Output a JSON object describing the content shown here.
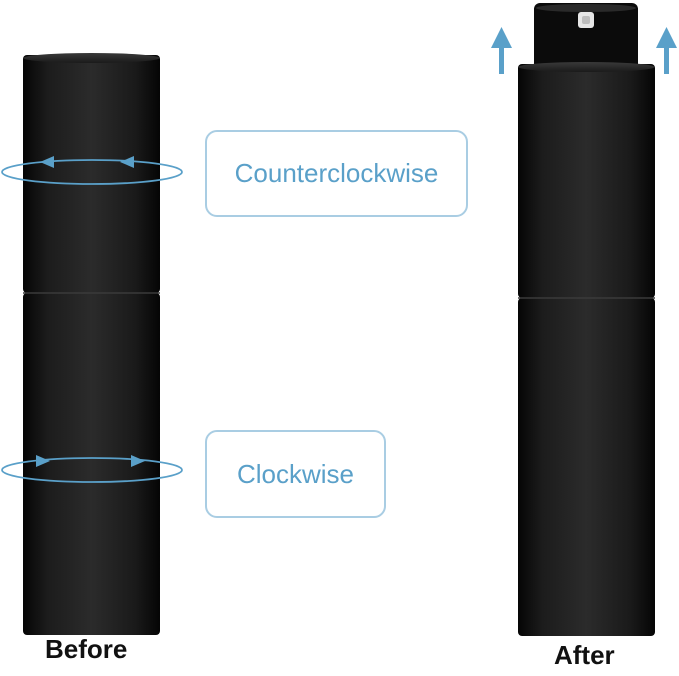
{
  "colors": {
    "bottle": "#141414",
    "accent": "#5aa0c9",
    "callout_border": "#a9cde3",
    "caption": "#111111"
  },
  "callouts": {
    "counterclockwise": "Counterclockwise",
    "clockwise": "Clockwise"
  },
  "captions": {
    "before": "Before",
    "after": "After"
  },
  "icons": {
    "rotate_ccw": "counterclockwise-rotation-arrow-icon",
    "rotate_cw": "clockwise-rotation-arrow-icon",
    "up": "up-arrow-icon"
  }
}
